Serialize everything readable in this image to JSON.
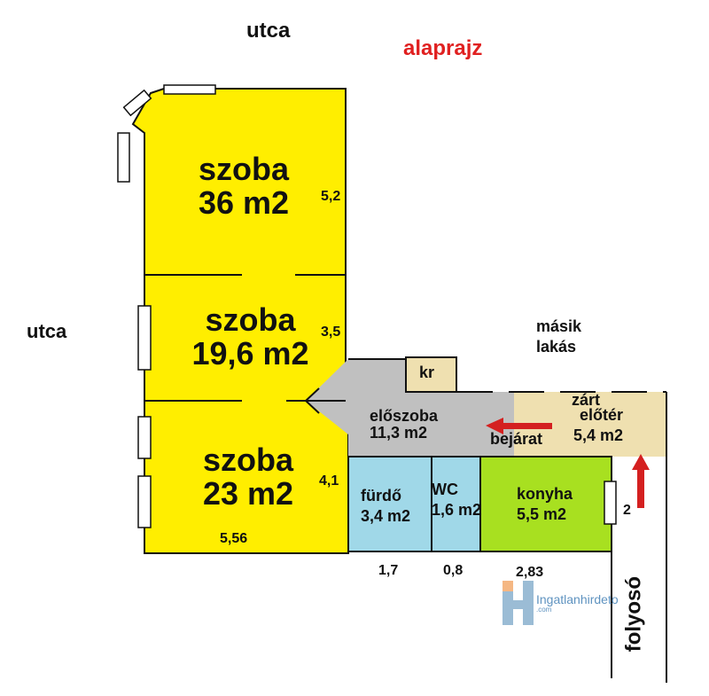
{
  "title": "alaprajz",
  "street_top": "utca",
  "street_left": "utca",
  "neighbor": {
    "line1": "másik",
    "line2": "lakás"
  },
  "rooms": {
    "szoba1": {
      "name": "szoba",
      "area": "36 m2",
      "dim": "5,2"
    },
    "szoba2": {
      "name": "szoba",
      "area": "19,6 m2",
      "dim": "3,5"
    },
    "szoba3": {
      "name": "szoba",
      "area": "23 m2",
      "dim": "4,1",
      "width": "5,56"
    },
    "kamra": {
      "name": "kr"
    },
    "eloszoba": {
      "name": "előszoba",
      "area": "11,3 m2"
    },
    "eloter": {
      "name1": "zárt",
      "name2": "előtér",
      "area": "5,4 m2"
    },
    "furdo": {
      "name": "fürdő",
      "area": "3,4 m2",
      "width": "1,7"
    },
    "wc": {
      "name": "WC",
      "area": "1,6 m2",
      "width": "0,8"
    },
    "konyha": {
      "name": "konyha",
      "area": "5,5 m2",
      "width": "2,83",
      "dim": "2"
    }
  },
  "entrance": "bejárat",
  "corridor": "folyosó",
  "watermark": {
    "brand": "Ingatlanhirdeto",
    "suffix": ".com"
  },
  "colors": {
    "room": "#ffee00",
    "hall": "#c0c0c0",
    "anteroom": "#efe0b0",
    "bath": "#a0d8e8",
    "kitchen": "#a8e020",
    "arrow": "#d42020",
    "title": "#e02020"
  }
}
